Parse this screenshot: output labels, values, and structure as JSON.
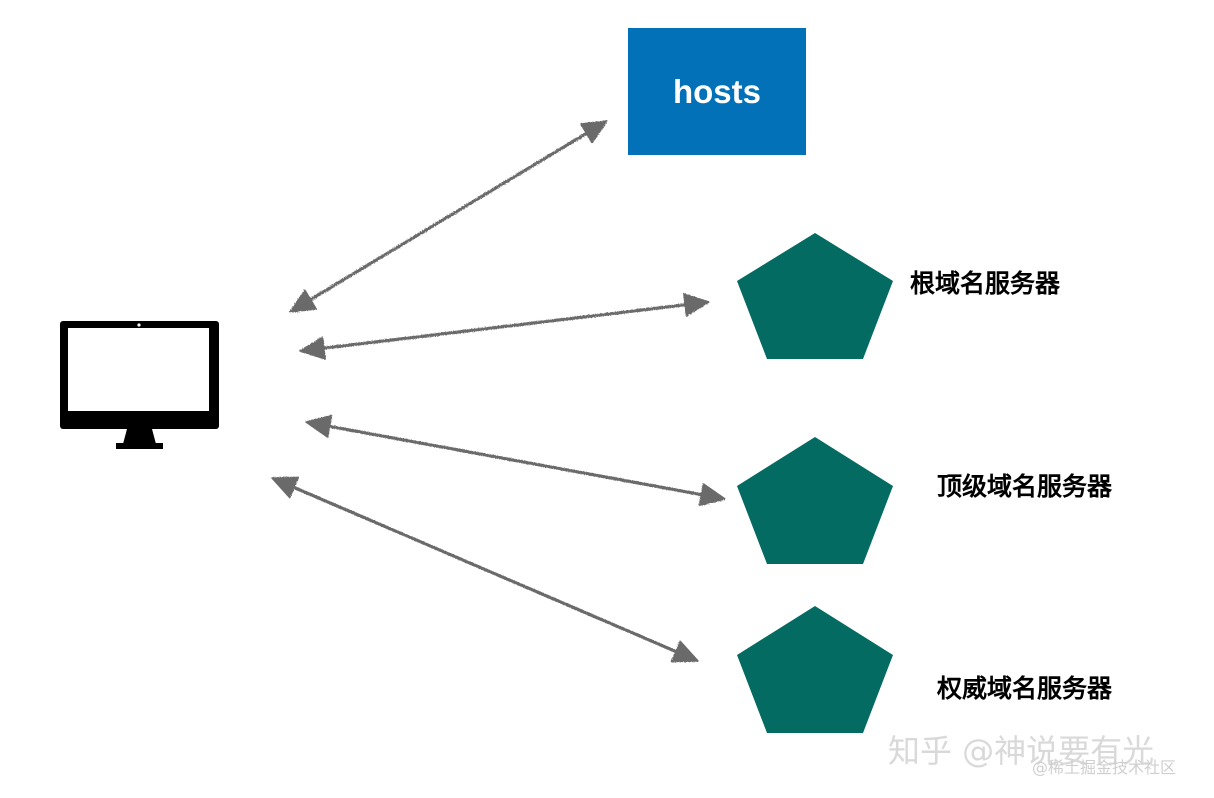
{
  "colors": {
    "hosts_box": "#0271b8",
    "server_fill": "#046b63",
    "arrow": "#6a6a6a",
    "computer": "#000000"
  },
  "nodes": {
    "hosts": {
      "label": "hosts"
    },
    "root_server": {
      "label": "根域名服务器",
      "icon": "pentagon-icon"
    },
    "tld_server": {
      "label": "顶级域名服务器",
      "icon": "pentagon-icon"
    },
    "authoritative_server": {
      "label": "权威域名服务器",
      "icon": "pentagon-icon"
    },
    "client": {
      "icon": "computer-monitor-icon"
    }
  },
  "edges": [
    {
      "from": "client",
      "to": "hosts",
      "bidirectional": true
    },
    {
      "from": "client",
      "to": "root_server",
      "bidirectional": true
    },
    {
      "from": "client",
      "to": "tld_server",
      "bidirectional": true
    },
    {
      "from": "client",
      "to": "authoritative_server",
      "bidirectional": true
    }
  ],
  "watermark": {
    "main": "知乎 @神说要有光",
    "sub": "@稀土掘金技术社区"
  }
}
